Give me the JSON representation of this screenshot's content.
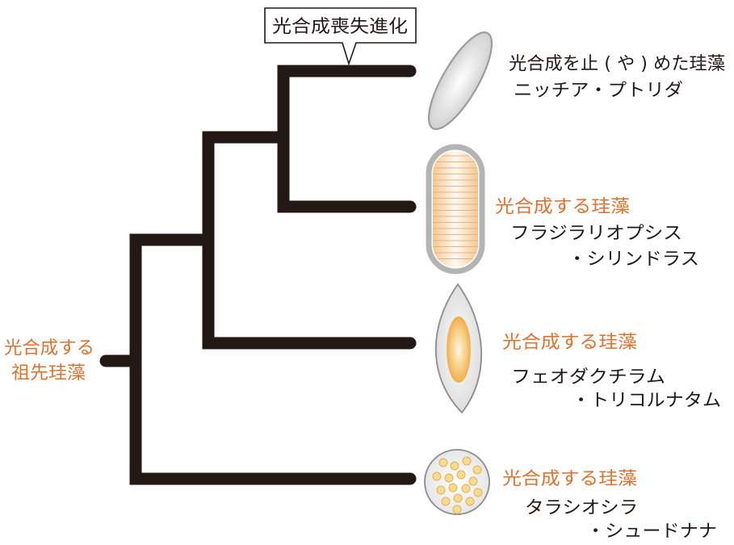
{
  "callout": {
    "label": "光合成喪失進化"
  },
  "ancestor": {
    "label_line1": "光合成する",
    "label_line2": "祖先珪藻"
  },
  "taxa": [
    {
      "status": "光合成を止 ( や ) めた珪藻",
      "name_line1": "ニッチア・プトリダ"
    },
    {
      "status": "光合成する珪藻",
      "name_line1": "フラジラリオプシス",
      "name_line2": "・シリンドラス"
    },
    {
      "status": "光合成する珪藻",
      "name_line1": "フェオダクチラム",
      "name_line2": "・トリコルナタム"
    },
    {
      "status": "光合成する珪藻",
      "name_line1": "タラシオシラ",
      "name_line2": "・シュードナナ"
    }
  ],
  "colors": {
    "branch": "#231815",
    "label_text": "#231815",
    "photosynthetic_label": "#e0712c",
    "non_photosynthetic_cell": "#d4d4d4",
    "plastid": "#f2b045"
  }
}
